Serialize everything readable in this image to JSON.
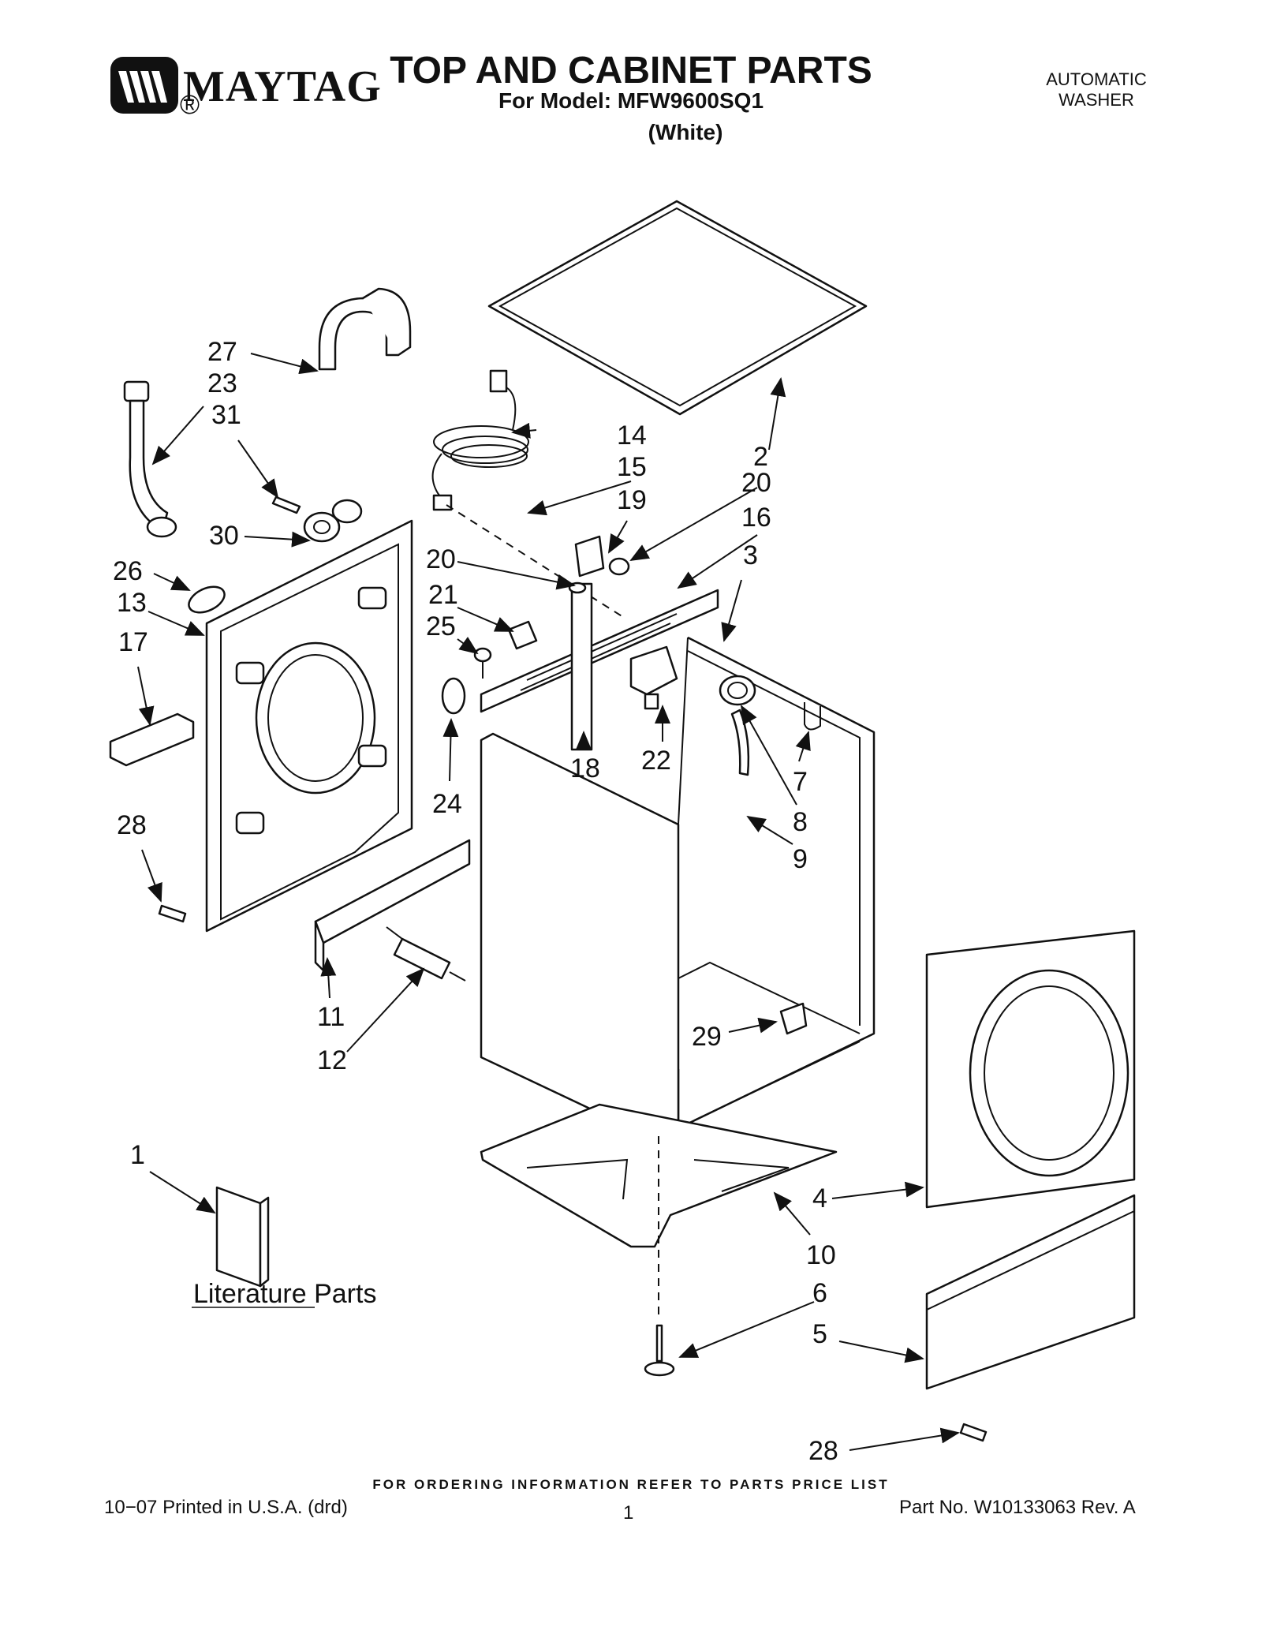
{
  "header": {
    "brand": "MAYTAG",
    "title": "TOP AND CABINET PARTS",
    "model_line": "For Model: MFW9600SQ1",
    "color_line": "(White)",
    "product_type_line1": "AUTOMATIC",
    "product_type_line2": "WASHER"
  },
  "callouts": {
    "c1": "1",
    "c2": "2",
    "c3": "3",
    "c4": "4",
    "c5": "5",
    "c6": "6",
    "c7": "7",
    "c8": "8",
    "c9": "9",
    "c10": "10",
    "c11": "11",
    "c12": "12",
    "c13": "13",
    "c14": "14",
    "c15": "15",
    "c16": "16",
    "c17": "17",
    "c18": "18",
    "c19": "19",
    "c20a": "20",
    "c20b": "20",
    "c21": "21",
    "c22": "22",
    "c23": "23",
    "c24": "24",
    "c25": "25",
    "c26": "26",
    "c27": "27",
    "c28a": "28",
    "c28b": "28",
    "c29": "29",
    "c30": "30",
    "c31": "31"
  },
  "literature_label": "Literature Parts",
  "footer": {
    "ordering_note": "FOR ORDERING INFORMATION REFER TO PARTS PRICE LIST",
    "printed": "10−07 Printed in U.S.A. (drd)",
    "page_number": "1",
    "part_number": "Part No. W10133063 Rev. A"
  }
}
